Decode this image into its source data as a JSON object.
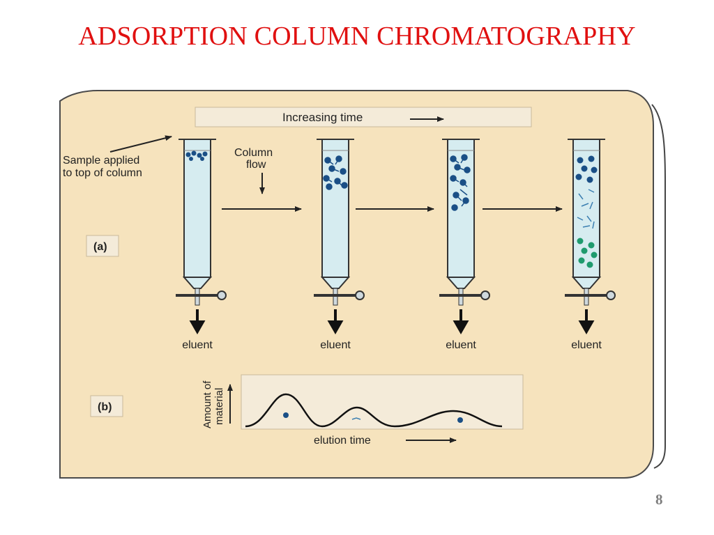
{
  "slide": {
    "title": "ADSORPTION COLUMN CHROMATOGRAPHY",
    "page_number": "8"
  },
  "diagram": {
    "time_banner": "Increasing time",
    "sample_label_line1": "Sample applied",
    "sample_label_line2": "to top of column",
    "flow_label_line1": "Column",
    "flow_label_line2": "flow",
    "panel_a_label": "(a)",
    "panel_b_label": "(b)",
    "eluent_labels": [
      "eluent",
      "eluent",
      "eluent",
      "eluent"
    ],
    "y_axis_line1": "Amount of",
    "y_axis_line2": "material",
    "x_axis_label": "elution time"
  },
  "colors": {
    "panel_background": "#f6e3bd",
    "column_fill": "#d6ecf0",
    "dark_blue": "#1a4f86",
    "green": "#1f9b6e",
    "title_red": "#e01010"
  }
}
